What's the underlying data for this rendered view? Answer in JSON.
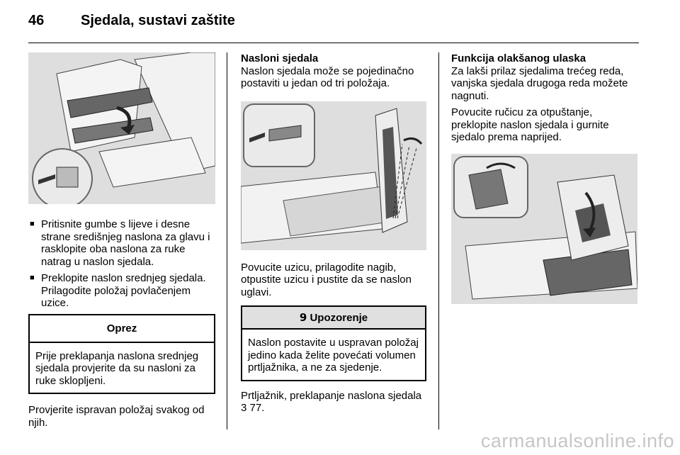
{
  "header": {
    "page_number": "46",
    "title": "Sjedala, sustavi zaštite"
  },
  "col1": {
    "bullets": [
      "Pritisnite gumbe s lijeve i desne strane središnjeg naslona za glavu i rasklopite oba naslona za ruke natrag u naslon sjedala.",
      "Preklopite naslon srednjeg sjedala. Prilagodite položaj povlačenjem uzice."
    ],
    "caution": {
      "title": "Oprez",
      "text": "Prije preklapanja naslona srednjeg sjedala provjerite da su nasloni za ruke sklopljeni."
    },
    "para": "Provjerite ispravan položaj svakog od njih."
  },
  "col2": {
    "heading": "Nasloni sjedala",
    "intro": "Naslon sjedala može se pojedinačno postaviti u jedan od tri položaja.",
    "para": "Povucite uzicu, prilagodite nagib, otpustite uzicu i pustite da se naslon uglavi.",
    "warning": {
      "icon": "9",
      "title": "Upozorenje",
      "text": "Naslon postavite u uspravan položaj jedino kada želite povećati volumen prtljažnika, a ne za sjedenje."
    },
    "ref_text": "Prtljažnik, preklapanje naslona sjedala",
    "ref_arrow": "3",
    "ref_page": "77."
  },
  "col3": {
    "heading": "Funkcija olakšanog ulaska",
    "intro": "Za lakši prilaz sjedalima trećeg reda, vanjska sjedala drugoga reda možete nagnuti.",
    "para": "Povucite ručicu za otpuštanje, preklopite naslon sjedala i gurnite sjedalo prema naprijed."
  },
  "watermark": "carmanualsonline.info"
}
